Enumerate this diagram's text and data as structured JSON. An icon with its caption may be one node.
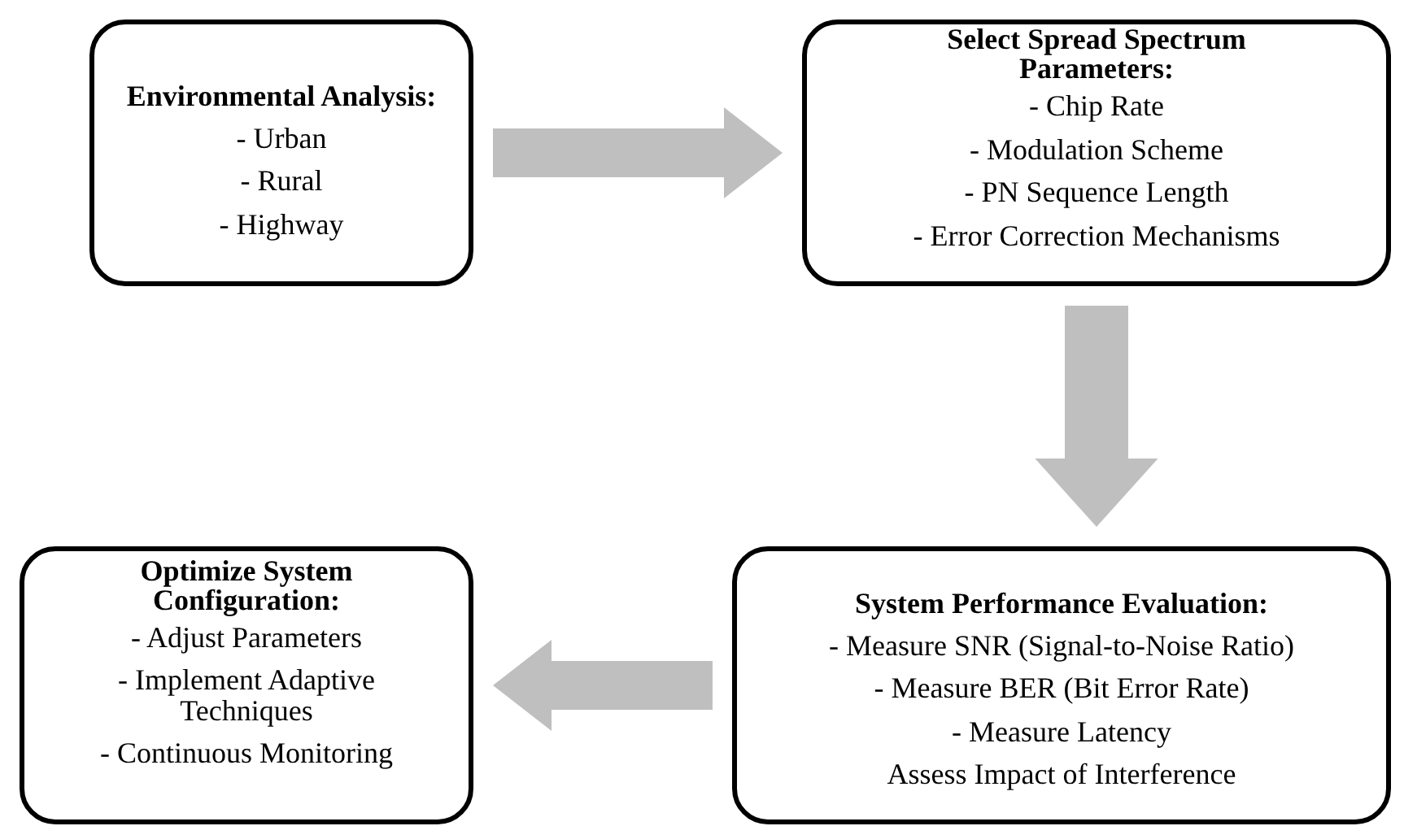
{
  "diagram": {
    "nodes": [
      {
        "text": [
          "Environmental Analysis:",
          "- Urban",
          "- Rural",
          "- Highway"
        ]
      },
      {
        "text": [
          "Select Spread Spectrum Parameters:",
          "- Chip Rate",
          "- Modulation Scheme",
          "- PN Sequence Length",
          "- Error Correction Mechanisms"
        ]
      },
      {
        "text": [
          "Optimize System Configuration:",
          "- Adjust Parameters",
          "- Implement Adaptive Techniques",
          "- Continuous Monitoring"
        ]
      },
      {
        "text": [
          "System Performance Evaluation:",
          "- Measure SNR (Signal-to-Noise Ratio)",
          "- Measure BER (Bit Error Rate)",
          "- Measure Latency",
          "Assess Impact of Interference"
        ]
      }
    ],
    "edges": [
      {
        "from": 0,
        "to": 1,
        "arrow": "to",
        "style": "thick",
        "color": "#bfbfbf"
      },
      {
        "from": 1,
        "to": 3,
        "arrow": "to",
        "style": "thick",
        "color": "#bfbfbf"
      },
      {
        "from": 3,
        "to": 2,
        "arrow": "to",
        "style": "thick",
        "color": "#bfbfbf"
      }
    ]
  }
}
